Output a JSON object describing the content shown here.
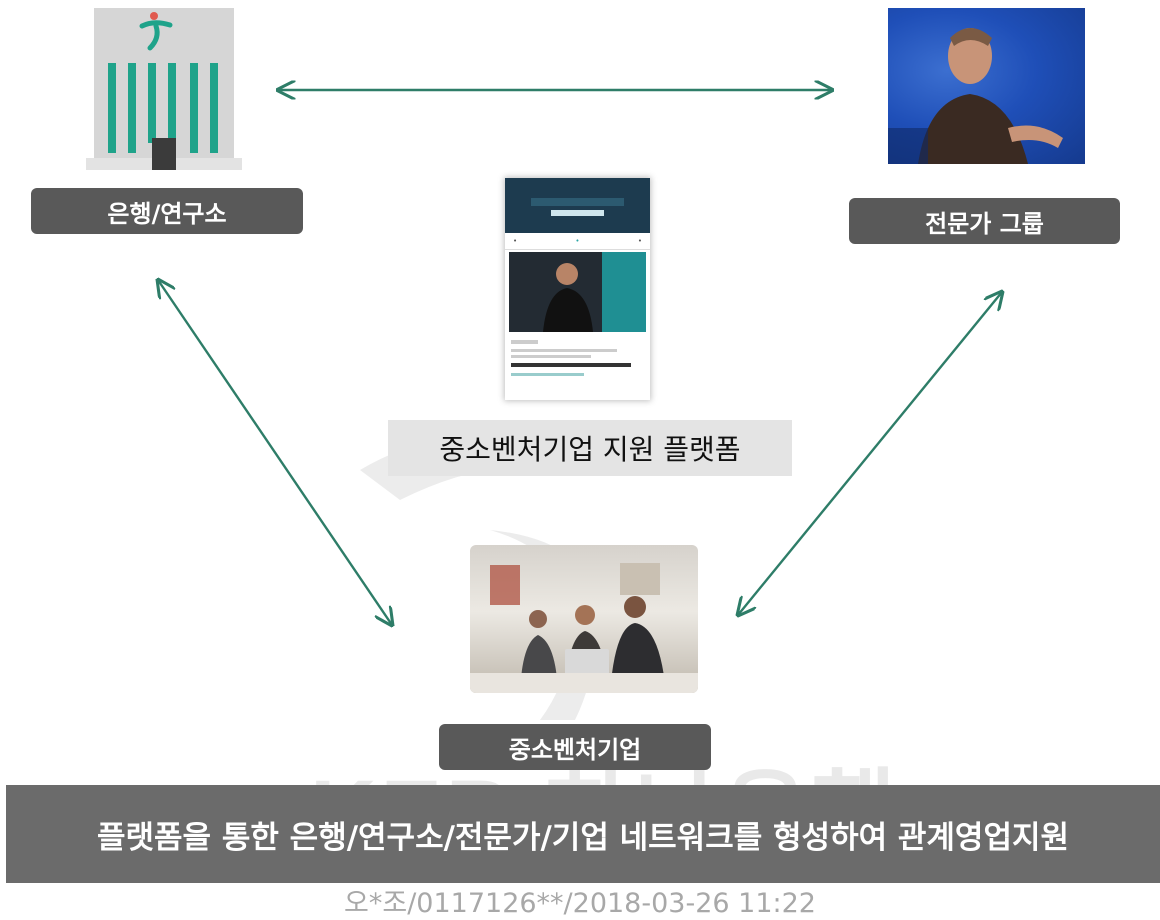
{
  "nodes": {
    "bank": {
      "label": "은행/연구소"
    },
    "expert": {
      "label": "전문가 그룹"
    },
    "sme": {
      "label": "중소벤처기업"
    },
    "platform": {
      "caption": "중소벤처기업 지원 플랫폼"
    }
  },
  "banner": {
    "text": "플랫폼을 통한 은행/연구소/전문가/기업 네트워크를 형성하여 관계영업지원"
  },
  "watermark": {
    "text": "KEB 하나은행"
  },
  "stamp": {
    "text": "오*조/0117126**/2018-03-26 11:22"
  },
  "colors": {
    "arrow": "#2e7d68",
    "label_bg": "#595959",
    "banner_bg": "#6b6b6b",
    "building_green": "#1fa38a",
    "building_gray": "#d6d6d6"
  },
  "icons": [
    "bank-building-icon",
    "expert-photo",
    "platform-app-screenshot",
    "sme-team-photo"
  ]
}
